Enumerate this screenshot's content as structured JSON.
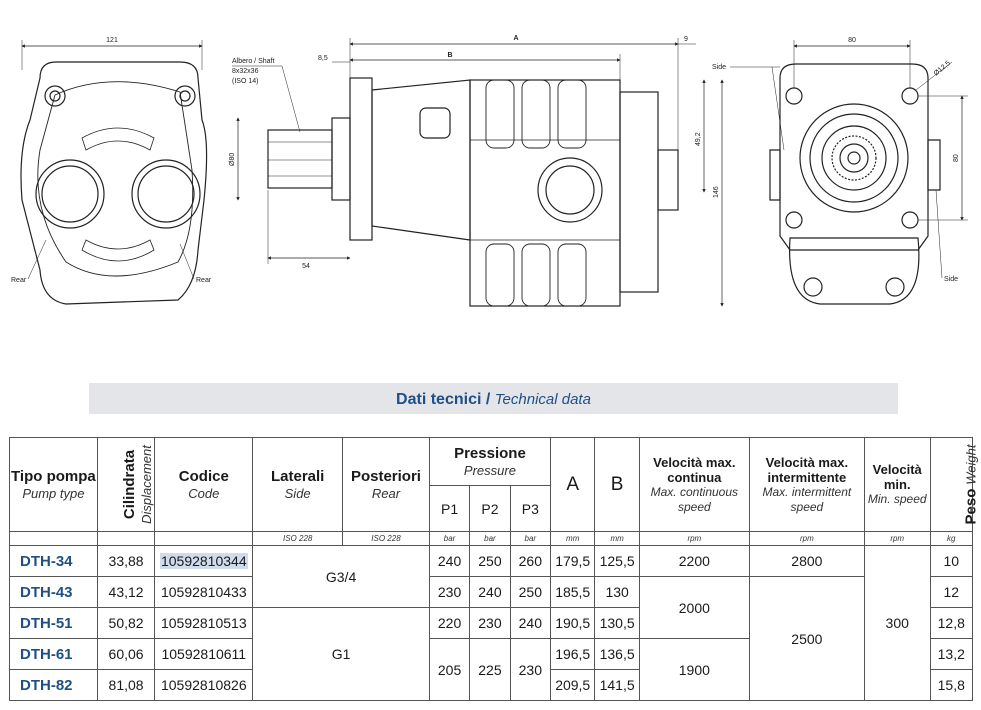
{
  "drawings": {
    "front_view": {
      "dims": {
        "width": "121"
      },
      "labels": {
        "rear_left": "Rear",
        "rear_right": "Rear"
      }
    },
    "side_view": {
      "dims": {
        "a": "A",
        "b": "B",
        "d8_5": "8,5",
        "d9": "9",
        "d54": "54",
        "d80": "Ø80",
        "d146": "146",
        "d49_2": "49,2"
      },
      "shaft_label": [
        "Albero / Shaft",
        "8x32x36",
        "(ISO 14)"
      ]
    },
    "rear_view": {
      "dims": {
        "d80_top": "80",
        "d80_right": "80",
        "hole": "Ø12,5"
      },
      "labels": {
        "side_top": "Side",
        "side_bottom": "Side"
      }
    }
  },
  "title": {
    "italian": "Dati tecnici",
    "separator": " / ",
    "english": "Technical data"
  },
  "table": {
    "headers": {
      "tipo": {
        "it": "Tipo pompa",
        "en": "Pump type"
      },
      "cilindrata": {
        "it": "Cilindrata",
        "en": "Displacement"
      },
      "codice": {
        "it": "Codice",
        "en": "Code"
      },
      "laterali": {
        "it": "Laterali",
        "en": "Side"
      },
      "posteriori": {
        "it": "Posteriori",
        "en": "Rear"
      },
      "pressione": {
        "it": "Pressione",
        "en": "Pressure",
        "p1": "P1",
        "p2": "P2",
        "p3": "P3"
      },
      "a": "A",
      "b": "B",
      "vel_cont": {
        "it": "Velocità max. continua",
        "en": "Max. continuous speed"
      },
      "vel_int": {
        "it": "Velocità max. intermittente",
        "en": "Max. intermittent speed"
      },
      "vel_min": {
        "it": "Velocità min.",
        "en": "Min. speed"
      },
      "peso": {
        "it": "Peso",
        "en": "Weight"
      }
    },
    "units": {
      "laterali": "ISO 228",
      "posteriori": "ISO 228",
      "p1": "bar",
      "p2": "bar",
      "p3": "bar",
      "a": "mm",
      "b": "mm",
      "vel_cont": "rpm",
      "vel_int": "rpm",
      "vel_min": "rpm",
      "peso": "kg"
    },
    "rows": [
      {
        "model": "DTH-34",
        "disp": "33,88",
        "code": "10592810344",
        "p1": "240",
        "p2": "250",
        "p3": "260",
        "a": "179,5",
        "b": "125,5",
        "weight": "10"
      },
      {
        "model": "DTH-43",
        "disp": "43,12",
        "code": "10592810433",
        "p1": "230",
        "p2": "240",
        "p3": "250",
        "a": "185,5",
        "b": "130",
        "weight": "12"
      },
      {
        "model": "DTH-51",
        "disp": "50,82",
        "code": "10592810513",
        "p1": "220",
        "p2": "230",
        "p3": "240",
        "a": "190,5",
        "b": "130,5",
        "weight": "12,8"
      },
      {
        "model": "DTH-61",
        "disp": "60,06",
        "code": "10592810611",
        "a": "196,5",
        "b": "136,5",
        "weight": "13,2"
      },
      {
        "model": "DTH-82",
        "disp": "81,08",
        "code": "10592810826",
        "a": "209,5",
        "b": "141,5",
        "weight": "15,8"
      }
    ],
    "merged": {
      "ports_small": "G3/4",
      "ports_large": "G1",
      "p1_large": "205",
      "p2_large": "225",
      "p3_large": "230",
      "cont_34": "2200",
      "cont_43_51": "2000",
      "cont_61_82": "1900",
      "int_34": "2800",
      "int_rest": "2500",
      "min_all": "300"
    }
  }
}
